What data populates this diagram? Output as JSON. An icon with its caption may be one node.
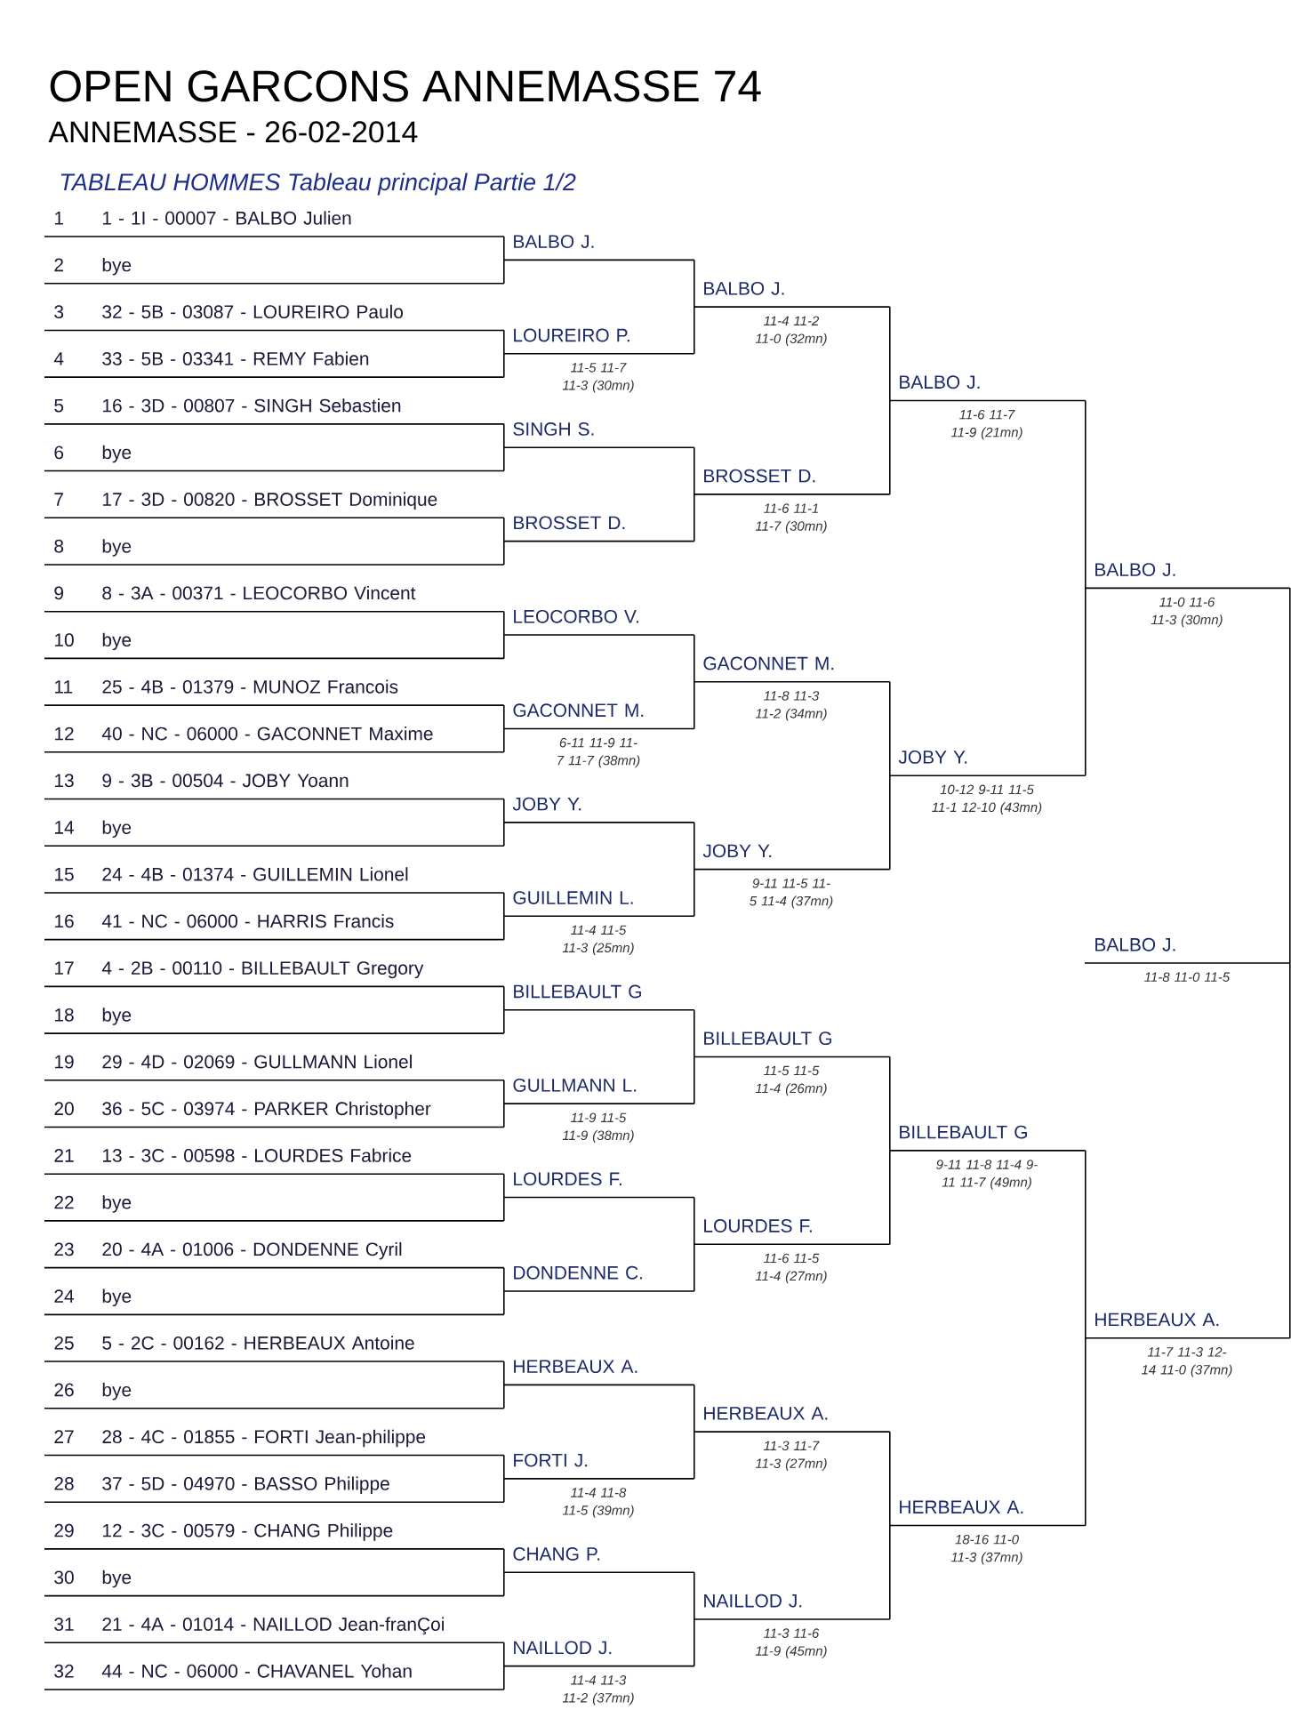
{
  "diagram": {
    "title": "OPEN GARCONS ANNEMASSE 74",
    "labels": [
      "ANNEMASSE - 26-02-2014",
      "TABLEAU HOMMES Tableau principal Partie 1/2"
    ],
    "nodes": [
      {
        "text": [
          "1",
          "1 - 1I - 00007 - BALBO Julien"
        ]
      },
      {
        "text": [
          "2",
          "bye"
        ]
      },
      {
        "text": [
          "3",
          "32 - 5B - 03087 - LOUREIRO Paulo"
        ]
      },
      {
        "text": [
          "4",
          "33 - 5B - 03341 - REMY Fabien"
        ]
      },
      {
        "text": [
          "5",
          "16 - 3D - 00807 - SINGH Sebastien"
        ]
      },
      {
        "text": [
          "6",
          "bye"
        ]
      },
      {
        "text": [
          "7",
          "17 - 3D - 00820 - BROSSET Dominique"
        ]
      },
      {
        "text": [
          "8",
          "bye"
        ]
      },
      {
        "text": [
          "9",
          "8 - 3A - 00371 - LEOCORBO Vincent"
        ]
      },
      {
        "text": [
          "10",
          "bye"
        ]
      },
      {
        "text": [
          "11",
          "25 - 4B - 01379 - MUNOZ Francois"
        ]
      },
      {
        "text": [
          "12",
          "40 - NC - 06000 - GACONNET Maxime"
        ]
      },
      {
        "text": [
          "13",
          "9 - 3B - 00504 - JOBY Yoann"
        ]
      },
      {
        "text": [
          "14",
          "bye"
        ]
      },
      {
        "text": [
          "15",
          "24 - 4B - 01374 - GUILLEMIN Lionel"
        ]
      },
      {
        "text": [
          "16",
          "41 - NC - 06000 - HARRIS Francis"
        ]
      },
      {
        "text": [
          "17",
          "4 - 2B - 00110 - BILLEBAULT Gregory"
        ]
      },
      {
        "text": [
          "18",
          "bye"
        ]
      },
      {
        "text": [
          "19",
          "29 - 4D - 02069 - GULLMANN Lionel"
        ]
      },
      {
        "text": [
          "20",
          "36 - 5C - 03974 - PARKER Christopher"
        ]
      },
      {
        "text": [
          "21",
          "13 - 3C - 00598 - LOURDES Fabrice"
        ]
      },
      {
        "text": [
          "22",
          "bye"
        ]
      },
      {
        "text": [
          "23",
          "20 - 4A - 01006 - DONDENNE Cyril"
        ]
      },
      {
        "text": [
          "24",
          "bye"
        ]
      },
      {
        "text": [
          "25",
          "5 - 2C - 00162 - HERBEAUX Antoine"
        ]
      },
      {
        "text": [
          "26",
          "bye"
        ]
      },
      {
        "text": [
          "27",
          "28 - 4C - 01855 - FORTI Jean-philippe"
        ]
      },
      {
        "text": [
          "28",
          "37 - 5D - 04970 - BASSO Philippe"
        ]
      },
      {
        "text": [
          "29",
          "12 - 3C - 00579 - CHANG Philippe"
        ]
      },
      {
        "text": [
          "30",
          "bye"
        ]
      },
      {
        "text": [
          "31",
          "21 - 4A - 01014 - NAILLOD Jean-franÇoi"
        ]
      },
      {
        "text": [
          "32",
          "44 - NC - 06000 - CHAVANEL Yohan"
        ]
      },
      {
        "text": [
          "BALBO J."
        ]
      },
      {
        "text": [
          "LOUREIRO P."
        ],
        "beside": [
          "11-5 11-7 11-3 (30mn)"
        ]
      },
      {
        "text": [
          "SINGH S."
        ]
      },
      {
        "text": [
          "BROSSET D."
        ]
      },
      {
        "text": [
          "LEOCORBO V."
        ]
      },
      {
        "text": [
          "GACONNET M."
        ],
        "beside": [
          "6-11 11-9 11-7 11-7 (38mn)"
        ]
      },
      {
        "text": [
          "JOBY Y."
        ]
      },
      {
        "text": [
          "GUILLEMIN L."
        ],
        "beside": [
          "11-4 11-5 11-3 (25mn)"
        ]
      },
      {
        "text": [
          "BILLEBAULT G"
        ]
      },
      {
        "text": [
          "GULLMANN L."
        ],
        "beside": [
          "11-9 11-5 11-9 (38mn)"
        ]
      },
      {
        "text": [
          "LOURDES F."
        ]
      },
      {
        "text": [
          "DONDENNE C."
        ]
      },
      {
        "text": [
          "HERBEAUX A."
        ]
      },
      {
        "text": [
          "FORTI J."
        ],
        "beside": [
          "11-4 11-8 11-5 (39mn)"
        ]
      },
      {
        "text": [
          "CHANG P."
        ]
      },
      {
        "text": [
          "NAILLOD J."
        ],
        "beside": [
          "11-4 11-3 11-2 (37mn)"
        ]
      },
      {
        "text": [
          "BALBO J."
        ],
        "beside": [
          "11-4 11-2 11-0 (32mn)"
        ]
      },
      {
        "text": [
          "BROSSET D."
        ],
        "beside": [
          "11-6 11-1 11-7 (30mn)"
        ]
      },
      {
        "text": [
          "GACONNET M."
        ],
        "beside": [
          "11-8 11-3 11-2 (34mn)"
        ]
      },
      {
        "text": [
          "JOBY Y."
        ],
        "beside": [
          "9-11 11-5 11-5 11-4 (37mn)"
        ]
      },
      {
        "text": [
          "BILLEBAULT G"
        ],
        "beside": [
          "11-5 11-5 11-4 (26mn)"
        ]
      },
      {
        "text": [
          "LOURDES F."
        ],
        "beside": [
          "11-6 11-5 11-4 (27mn)"
        ]
      },
      {
        "text": [
          "HERBEAUX A."
        ],
        "beside": [
          "11-3 11-7 11-3 (27mn)"
        ]
      },
      {
        "text": [
          "NAILLOD J."
        ],
        "beside": [
          "11-3 11-6 11-9 (45mn)"
        ]
      },
      {
        "text": [
          "BALBO J."
        ],
        "beside": [
          "11-6 11-7 11-9 (21mn)"
        ]
      },
      {
        "text": [
          "JOBY Y."
        ],
        "beside": [
          "10-12 9-11 11-5 11-1 12-10 (43mn)"
        ]
      },
      {
        "text": [
          "BILLEBAULT G"
        ],
        "beside": [
          "9-11 11-8 11-4 9-11 11-7 (49mn)"
        ]
      },
      {
        "text": [
          "HERBEAUX A."
        ],
        "beside": [
          "18-16 11-0 11-3 (37mn)"
        ]
      },
      {
        "text": [
          "BALBO J."
        ],
        "beside": [
          "11-0 11-6 11-3 (30mn)"
        ]
      },
      {
        "text": [
          "HERBEAUX A."
        ],
        "beside": [
          "11-7 11-3 12-14 11-0 (37mn)"
        ]
      },
      {
        "text": [
          "BALBO J."
        ],
        "beside": [
          "11-8 11-0 11-5"
        ]
      }
    ],
    "edges": [
      {
        "from": 0,
        "to": 32,
        "arrow": "none"
      },
      {
        "from": 1,
        "to": 32,
        "arrow": "none"
      },
      {
        "from": 2,
        "to": 33,
        "arrow": "none"
      },
      {
        "from": 3,
        "to": 33,
        "arrow": "none"
      },
      {
        "from": 4,
        "to": 34,
        "arrow": "none"
      },
      {
        "from": 5,
        "to": 34,
        "arrow": "none"
      },
      {
        "from": 6,
        "to": 35,
        "arrow": "none"
      },
      {
        "from": 7,
        "to": 35,
        "arrow": "none"
      },
      {
        "from": 8,
        "to": 36,
        "arrow": "none"
      },
      {
        "from": 9,
        "to": 36,
        "arrow": "none"
      },
      {
        "from": 10,
        "to": 37,
        "arrow": "none"
      },
      {
        "from": 11,
        "to": 37,
        "arrow": "none"
      },
      {
        "from": 12,
        "to": 38,
        "arrow": "none"
      },
      {
        "from": 13,
        "to": 38,
        "arrow": "none"
      },
      {
        "from": 14,
        "to": 39,
        "arrow": "none"
      },
      {
        "from": 15,
        "to": 39,
        "arrow": "none"
      },
      {
        "from": 16,
        "to": 40,
        "arrow": "none"
      },
      {
        "from": 17,
        "to": 40,
        "arrow": "none"
      },
      {
        "from": 18,
        "to": 41,
        "arrow": "none"
      },
      {
        "from": 19,
        "to": 41,
        "arrow": "none"
      },
      {
        "from": 20,
        "to": 42,
        "arrow": "none"
      },
      {
        "from": 21,
        "to": 42,
        "arrow": "none"
      },
      {
        "from": 22,
        "to": 43,
        "arrow": "none"
      },
      {
        "from": 23,
        "to": 43,
        "arrow": "none"
      },
      {
        "from": 24,
        "to": 44,
        "arrow": "none"
      },
      {
        "from": 25,
        "to": 44,
        "arrow": "none"
      },
      {
        "from": 26,
        "to": 45,
        "arrow": "none"
      },
      {
        "from": 27,
        "to": 45,
        "arrow": "none"
      },
      {
        "from": 28,
        "to": 46,
        "arrow": "none"
      },
      {
        "from": 29,
        "to": 46,
        "arrow": "none"
      },
      {
        "from": 30,
        "to": 47,
        "arrow": "none"
      },
      {
        "from": 31,
        "to": 47,
        "arrow": "none"
      },
      {
        "from": 32,
        "to": 48,
        "arrow": "none"
      },
      {
        "from": 33,
        "to": 48,
        "arrow": "none"
      },
      {
        "from": 34,
        "to": 49,
        "arrow": "none"
      },
      {
        "from": 35,
        "to": 49,
        "arrow": "none"
      },
      {
        "from": 36,
        "to": 50,
        "arrow": "none"
      },
      {
        "from": 37,
        "to": 50,
        "arrow": "none"
      },
      {
        "from": 38,
        "to": 51,
        "arrow": "none"
      },
      {
        "from": 39,
        "to": 51,
        "arrow": "none"
      },
      {
        "from": 40,
        "to": 52,
        "arrow": "none"
      },
      {
        "from": 41,
        "to": 52,
        "arrow": "none"
      },
      {
        "from": 42,
        "to": 53,
        "arrow": "none"
      },
      {
        "from": 43,
        "to": 53,
        "arrow": "none"
      },
      {
        "from": 44,
        "to": 54,
        "arrow": "none"
      },
      {
        "from": 45,
        "to": 54,
        "arrow": "none"
      },
      {
        "from": 46,
        "to": 55,
        "arrow": "none"
      },
      {
        "from": 47,
        "to": 55,
        "arrow": "none"
      },
      {
        "from": 48,
        "to": 56,
        "arrow": "none"
      },
      {
        "from": 49,
        "to": 56,
        "arrow": "none"
      },
      {
        "from": 50,
        "to": 57,
        "arrow": "none"
      },
      {
        "from": 51,
        "to": 57,
        "arrow": "none"
      },
      {
        "from": 52,
        "to": 58,
        "arrow": "none"
      },
      {
        "from": 53,
        "to": 58,
        "arrow": "none"
      },
      {
        "from": 54,
        "to": 59,
        "arrow": "none"
      },
      {
        "from": 55,
        "to": 59,
        "arrow": "none"
      },
      {
        "from": 56,
        "to": 60,
        "arrow": "none"
      },
      {
        "from": 57,
        "to": 60,
        "arrow": "none"
      },
      {
        "from": 58,
        "to": 61,
        "arrow": "none"
      },
      {
        "from": 59,
        "to": 61,
        "arrow": "none"
      },
      {
        "from": 60,
        "to": 62,
        "arrow": "none"
      },
      {
        "from": 61,
        "to": 62,
        "arrow": "none"
      }
    ]
  }
}
